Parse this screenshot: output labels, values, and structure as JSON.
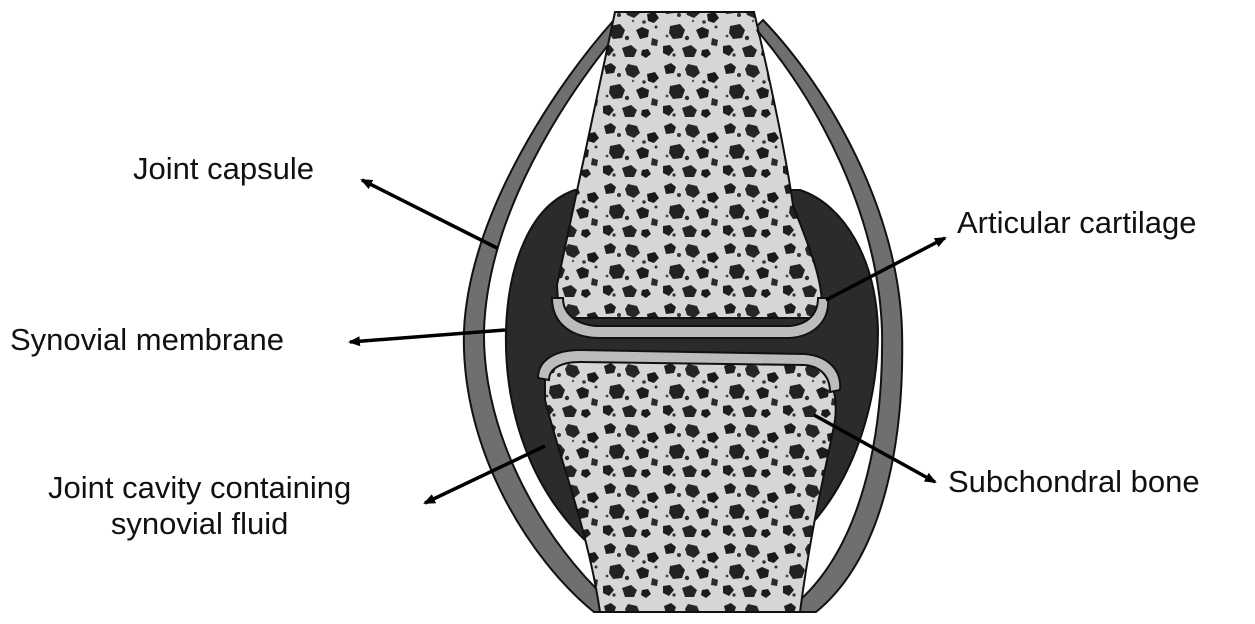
{
  "labels": {
    "joint_capsule": "Joint capsule",
    "synovial_membrane": "Synovial membrane",
    "joint_cavity_line1": "Joint cavity containing",
    "joint_cavity_line2": "synovial fluid",
    "articular_cartilage": "Articular cartilage",
    "subchondral_bone": "Subchondral bone"
  },
  "colors": {
    "capsule": "#6f6f6f",
    "membrane": "#2b2b2b",
    "cartilage": "#bcbcbc",
    "bone_base": "#d8d8d8",
    "bone_speckle": "#1e1e1e",
    "arrow": "#000000"
  }
}
